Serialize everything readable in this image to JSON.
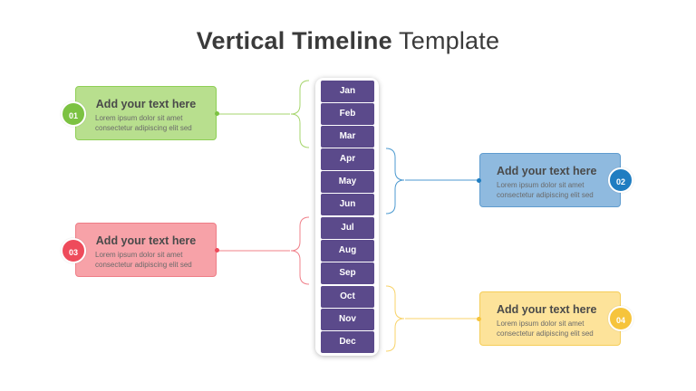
{
  "title": {
    "bold": "Vertical Timeline",
    "light": "Template"
  },
  "months": [
    "Jan",
    "Feb",
    "Mar",
    "Apr",
    "May",
    "Jun",
    "Jul",
    "Aug",
    "Sep",
    "Oct",
    "Nov",
    "Dec"
  ],
  "cards": [
    {
      "number": "01",
      "heading": "Add your text here",
      "line1": "Lorem ipsum dolor sit amet",
      "line2": "consectetur adipiscing elit sed",
      "color": "#b8df8e",
      "accent": "#7cc242"
    },
    {
      "number": "02",
      "heading": "Add your text here",
      "line1": "Lorem ipsum dolor sit amet",
      "line2": "consectetur adipiscing elit sed",
      "color": "#8fbadf",
      "accent": "#1f7dc1"
    },
    {
      "number": "03",
      "heading": "Add your text here",
      "line1": "Lorem ipsum dolor sit amet",
      "line2": "consectetur adipiscing elit sed",
      "color": "#f7a2a8",
      "accent": "#ee4b5b"
    },
    {
      "number": "04",
      "heading": "Add your text here",
      "line1": "Lorem ipsum dolor sit amet",
      "line2": "consectetur adipiscing elit sed",
      "color": "#fde39a",
      "accent": "#f6c43c"
    }
  ]
}
